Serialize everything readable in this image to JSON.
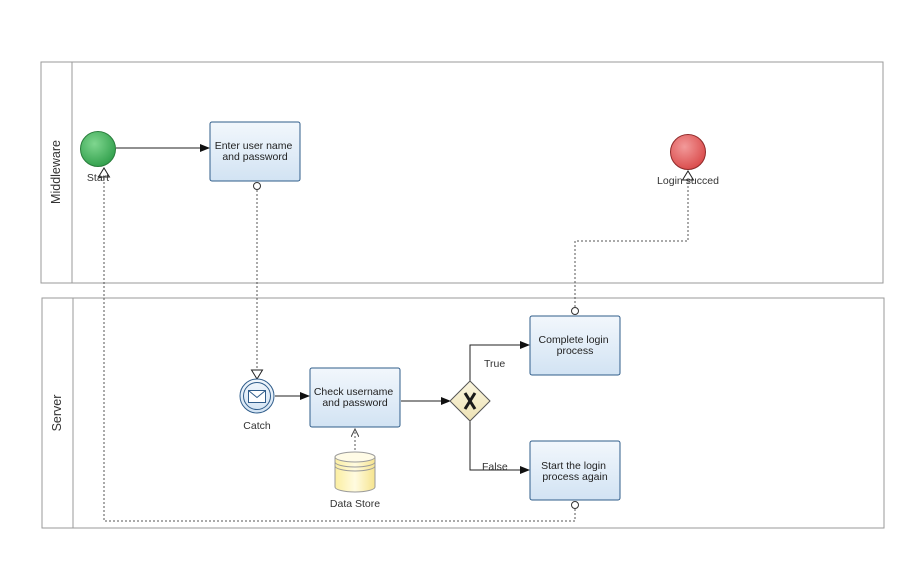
{
  "colors": {
    "start_event": "#5bbf6e",
    "end_event": "#e56b6b",
    "task_fill": "#deeaf6",
    "task_border": "#2f5c8a",
    "gateway_fill": "#f7f0d0",
    "data_store_fill": "#fdf6c6",
    "lane_border": "#9a9a9a"
  },
  "lanes": [
    {
      "label": "Middleware"
    },
    {
      "label": "Server"
    }
  ],
  "events": {
    "start": {
      "label": "Start"
    },
    "end": {
      "label": "Login succed"
    },
    "catch": {
      "label": "Catch",
      "icon": "envelope-icon"
    }
  },
  "tasks": {
    "enter_credentials": {
      "lines": [
        "Enter user name",
        "and password"
      ]
    },
    "check_credentials": {
      "lines": [
        "Check username",
        "and password"
      ]
    },
    "complete_login": {
      "lines": [
        "Complete login",
        "process"
      ]
    },
    "restart_login": {
      "lines": [
        "Start the login",
        "process again"
      ]
    }
  },
  "gateway": {
    "type": "exclusive",
    "marker": "X"
  },
  "flow_labels": {
    "true_branch": "True",
    "false_branch": "False"
  },
  "data_store": {
    "label": "Data Store"
  }
}
